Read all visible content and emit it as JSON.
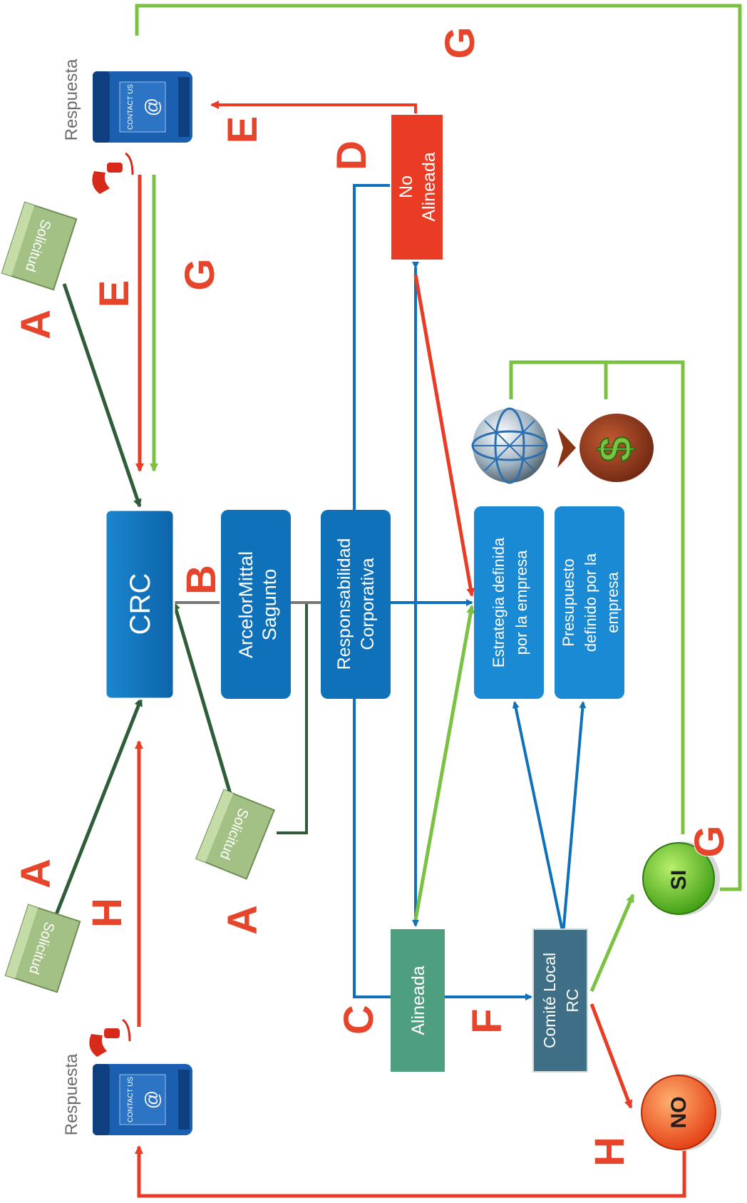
{
  "boxes": {
    "crc": "CRC",
    "arcelor_line1": "ArcelorMittal",
    "arcelor_line2": "Sagunto",
    "rc_line1": "Responsabilidad",
    "rc_line2": "Corporativa",
    "estrategia_line1": "Estrategia definida",
    "estrategia_line2": "por la empresa",
    "presupuesto_line1": "Presupuesto",
    "presupuesto_line2": "definido por la",
    "presupuesto_line3": "empresa",
    "no_alineada_line1": "No",
    "no_alineada_line2": "Alineada",
    "alineada": "Alineada",
    "comite_line1": "Comité Local",
    "comite_line2": "RC"
  },
  "buttons": {
    "si": "SI",
    "no": "NO"
  },
  "mailbox": {
    "response_label": "Respuesta",
    "panel_text": "CONTACT US",
    "at_sign": "@"
  },
  "folder_label": "Solicitud",
  "money_symbol": "$",
  "letters": {
    "a_top": "A",
    "a_bottom": "A",
    "a_mid": "A",
    "b": "B",
    "c": "C",
    "d": "D",
    "e_top": "E",
    "e_mid": "E",
    "f": "F",
    "g_top": "G",
    "g_mid": "G",
    "g_bottom": "G",
    "h_left": "H",
    "h_bottom": "H"
  },
  "colors": {
    "blue": "#0f71b9",
    "red": "#ea3b25",
    "green": "#7bc142",
    "dark_green": "#2f5d3a",
    "teal": "#4d9f80",
    "slate": "#3f6f86"
  }
}
